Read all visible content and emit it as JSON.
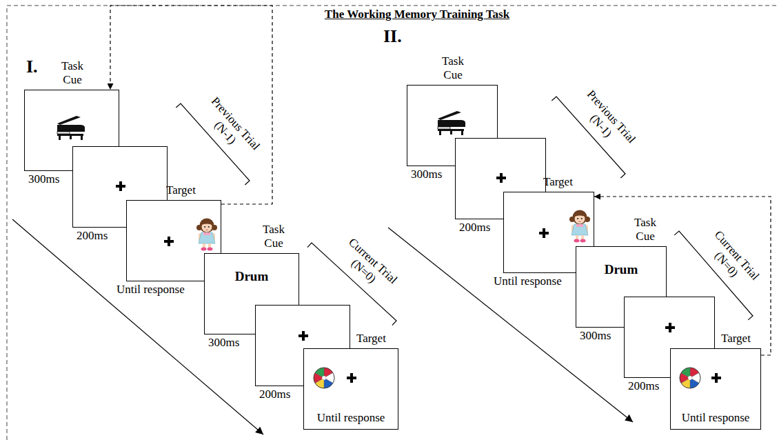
{
  "diagram": {
    "title": "The Working Memory Training Task",
    "nodes": [
      {
        "text": [
          "Task Cue",
          "300ms"
        ]
      },
      {
        "text": [
          "200ms"
        ]
      },
      {
        "text": [
          "Target",
          "Until response"
        ]
      },
      {
        "text": [
          "Task Cue",
          "Drum",
          "300ms"
        ]
      },
      {
        "text": [
          "200ms"
        ]
      },
      {
        "text": [
          "Target",
          "Until response"
        ]
      },
      {
        "text": [
          "Task Cue",
          "300ms"
        ]
      },
      {
        "text": [
          "200ms"
        ]
      },
      {
        "text": [
          "Target",
          "Until response"
        ]
      },
      {
        "text": [
          "Task Cue",
          "Drum",
          "300ms"
        ]
      },
      {
        "text": [
          "200ms"
        ]
      },
      {
        "text": [
          "Target",
          "Until response"
        ]
      }
    ],
    "edges": [
      {
        "from": 2,
        "to": 0,
        "arrow": "to"
      },
      {
        "from": 11,
        "to": 8,
        "arrow": "to"
      }
    ],
    "labels": [
      "I.",
      "Previous Trial (N-1)",
      "Current Trial (N=0)",
      "II.",
      "Previous Trial (N-1)",
      "Current Trial (N=0)"
    ]
  }
}
